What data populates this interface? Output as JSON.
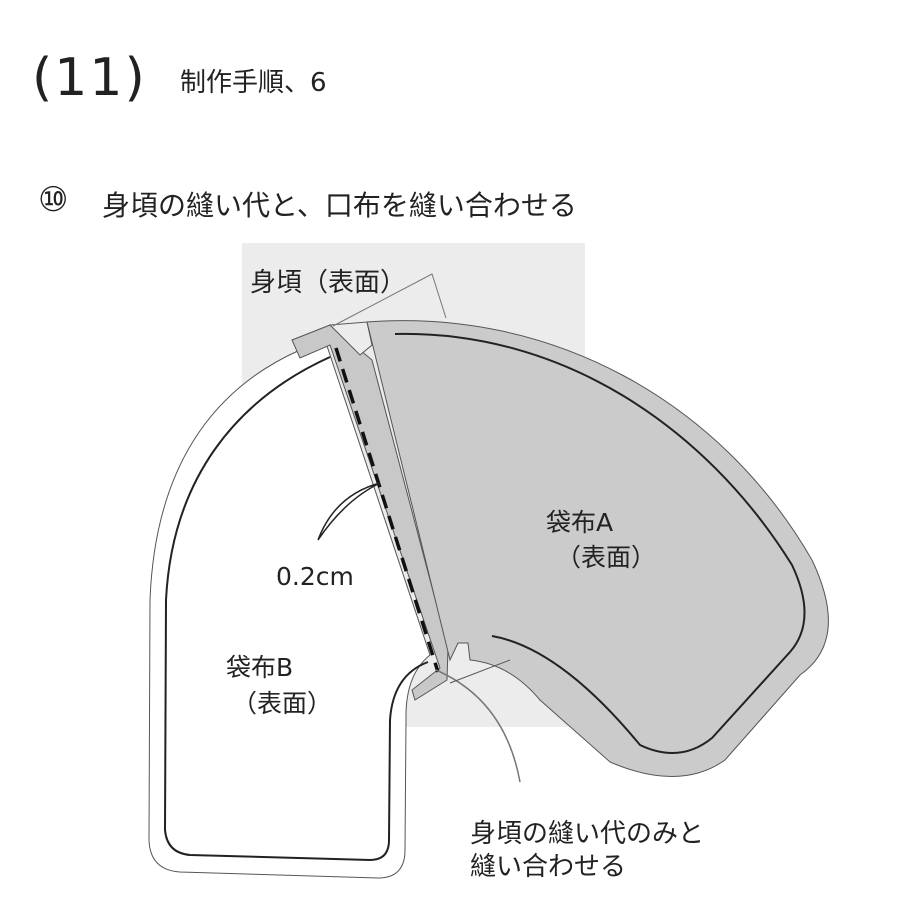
{
  "header": {
    "step_number": "(11)",
    "title": "制作手順、6"
  },
  "subheading": {
    "marker": "⑩",
    "text": "身頃の縫い代と、口布を縫い合わせる"
  },
  "labels": {
    "body_surface": "身頃（表面）",
    "bag_a": "袋布A",
    "bag_a_surface": "（表面）",
    "bag_b": "袋布B",
    "bag_b_surface": "（表面）",
    "measurement": "0.2cm",
    "note_line1": "身頃の縫い代のみと",
    "note_line2": "縫い合わせる"
  }
}
